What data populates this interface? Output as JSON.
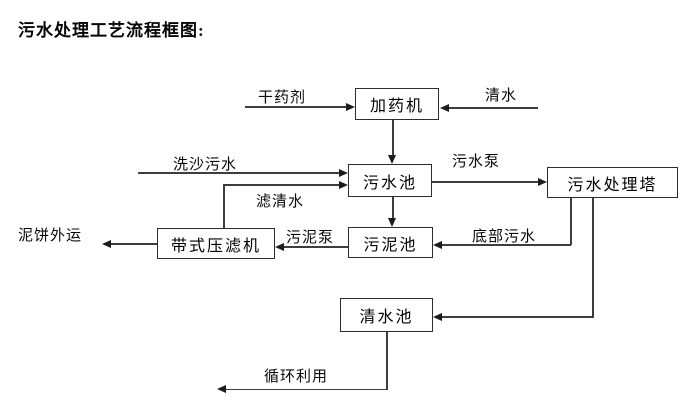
{
  "title": "污水处理工艺流程框图:",
  "nodes": {
    "dosing_machine": "加药机",
    "sewage_pool": "污水池",
    "treatment_tower": "污水处理塔",
    "sludge_pool": "污泥池",
    "belt_filter_press": "带式压滤机",
    "clean_water_pool": "清水池"
  },
  "labels": {
    "dry_chemical": "干药剂",
    "clean_water": "清水",
    "sand_washing_sewage": "洗沙污水",
    "filtered_water": "滤清水",
    "sewage_pump": "污水泵",
    "bottom_sewage": "底部污水",
    "sludge_pump": "污泥泵",
    "mud_cake_out": "泥饼外运",
    "recycle": "循环利用"
  },
  "colors": {
    "line": "#3d3d3d",
    "arrowhead": "#1c1c1c",
    "box_border": "#2d2d2d",
    "background": "#ffffff",
    "text": "#000000"
  }
}
